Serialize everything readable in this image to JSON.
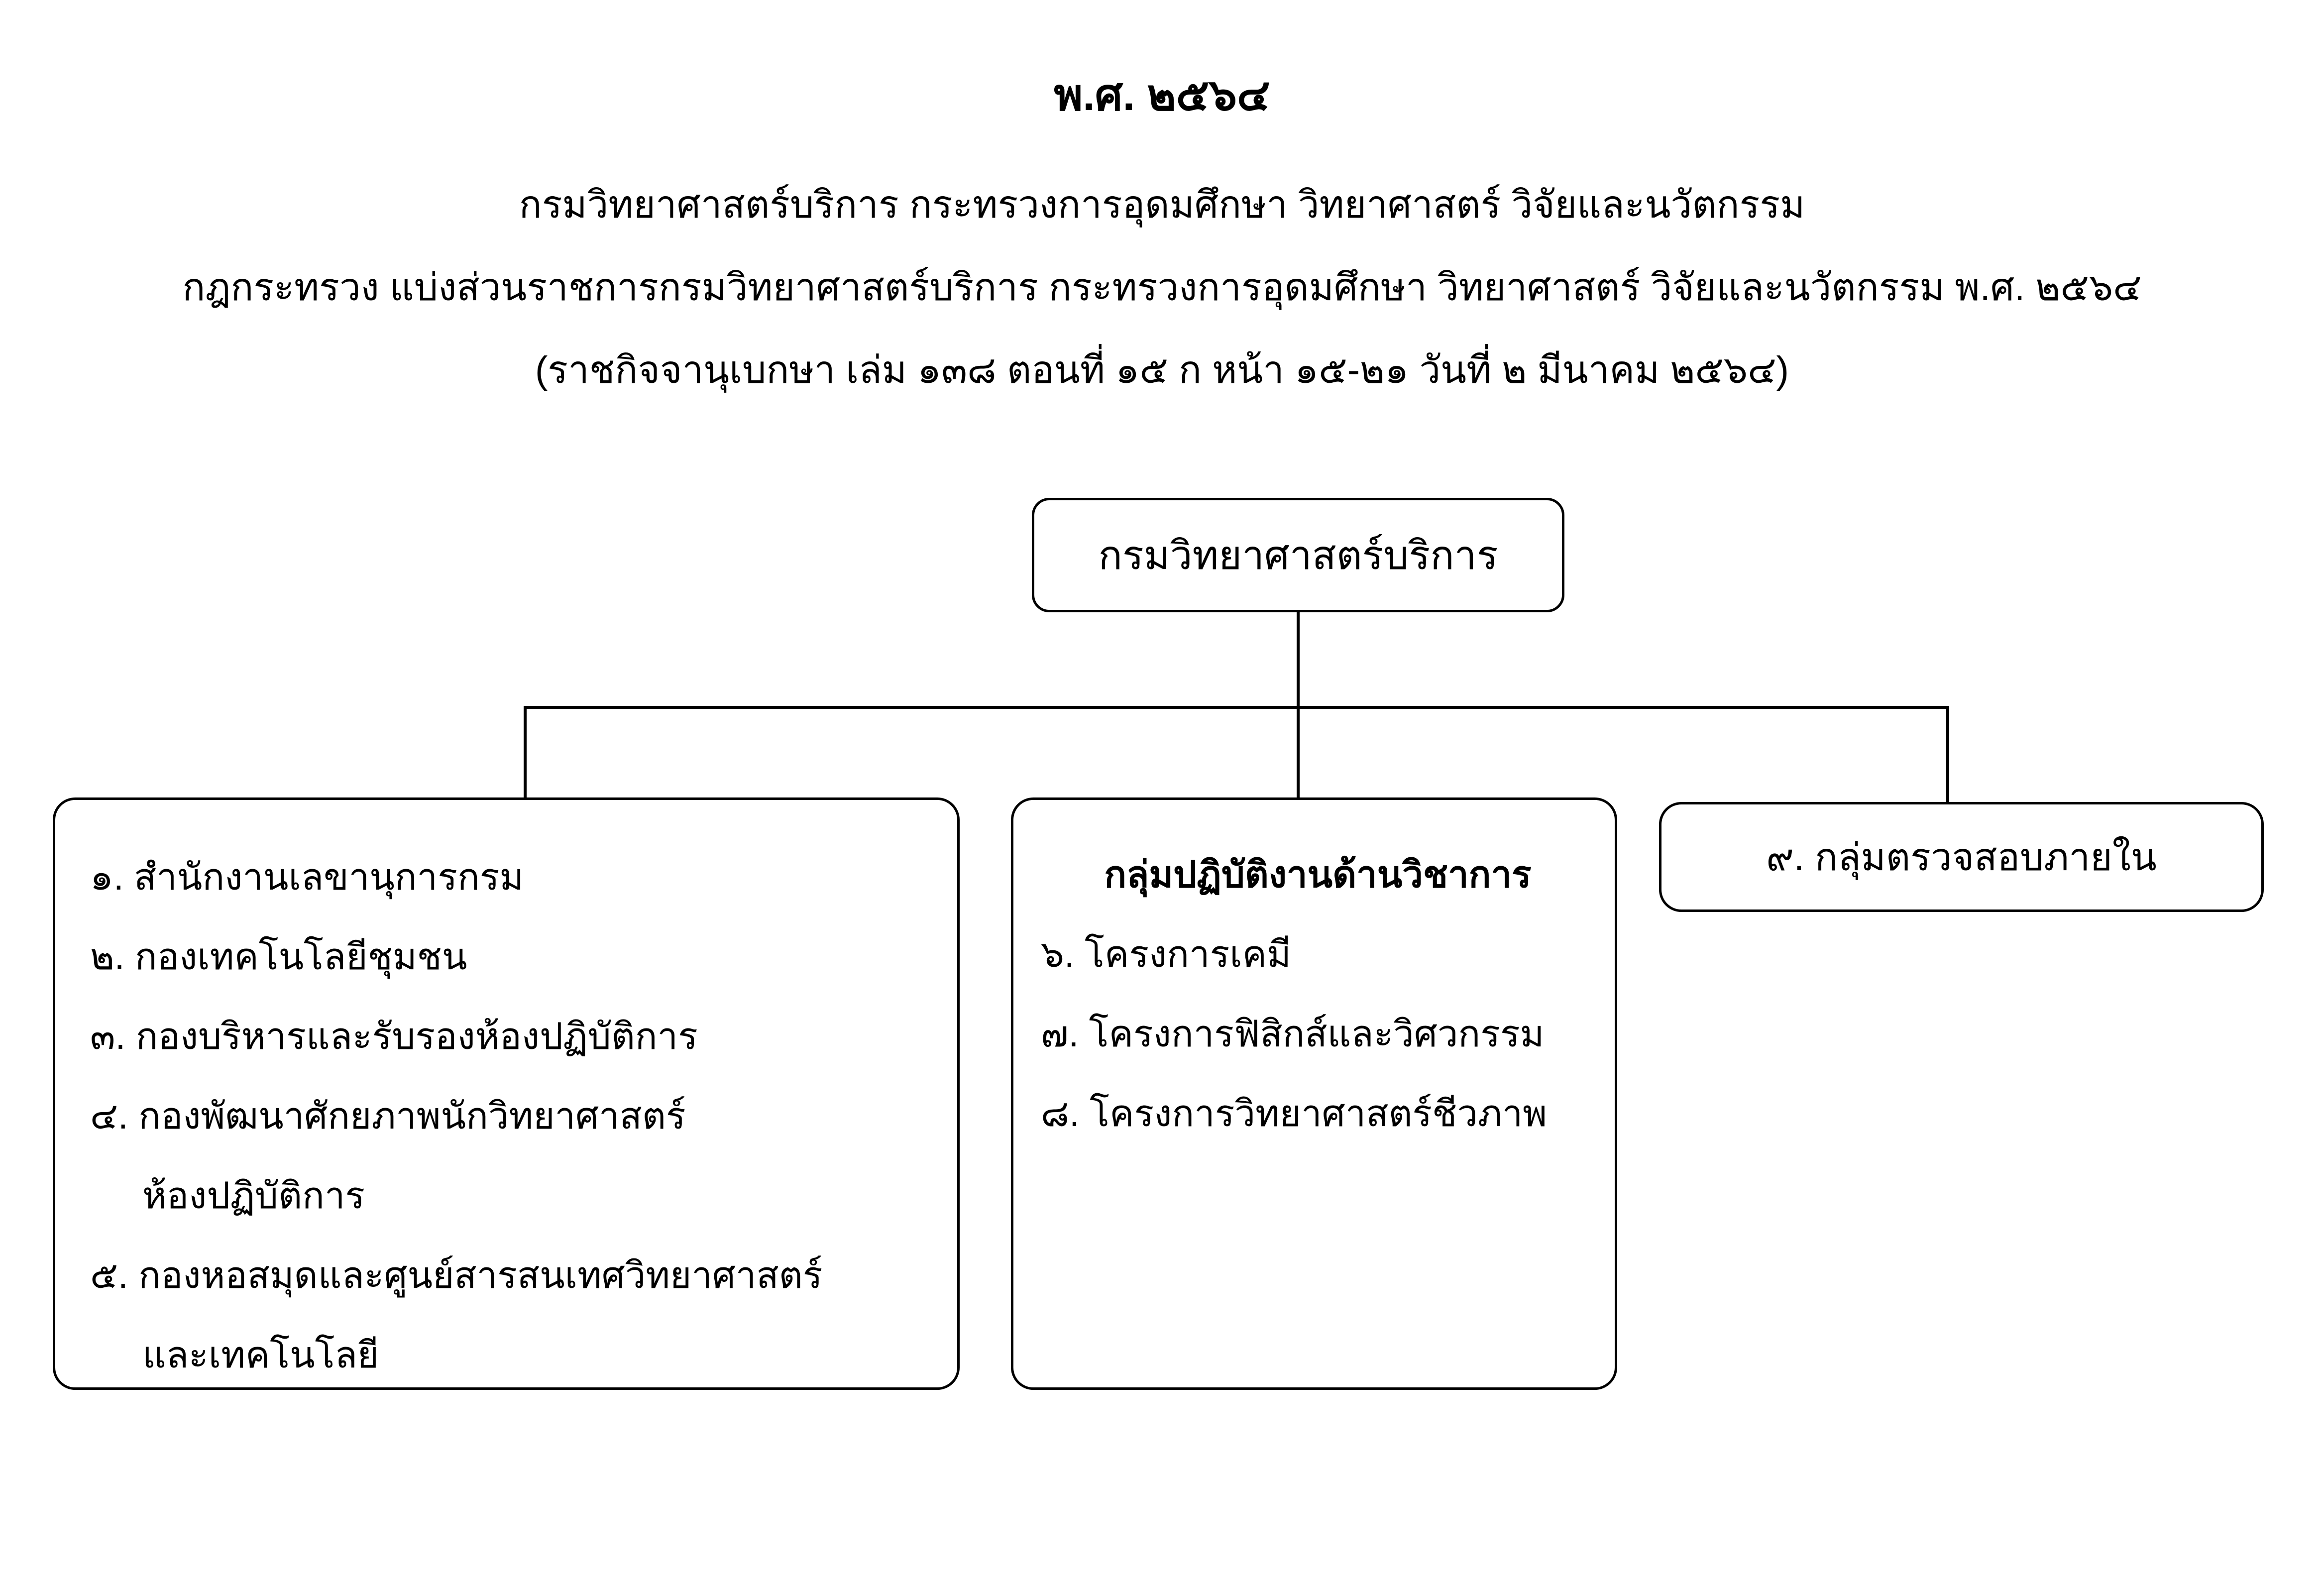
{
  "header": {
    "title": "พ.ศ. ๒๕๖๔",
    "line1": "กรมวิทยาศาสตร์บริการ กระทรวงการอุดมศึกษา วิทยาศาสตร์ วิจัยและนวัตกรรม",
    "line2": "กฎกระทรวง แบ่งส่วนราชการกรมวิทยาศาสตร์บริการ กระทรวงการอุดมศึกษา วิทยาศาสตร์ วิจัยและนวัตกรรม พ.ศ. ๒๕๖๔",
    "line3": "(ราชกิจจานุเบกษา เล่ม ๑๓๘ ตอนที่ ๑๕ ก หน้า ๑๕-๒๑ วันที่ ๒ มีนาคม ๒๕๖๔)"
  },
  "org_chart": {
    "root": {
      "label": "กรมวิทยาศาสตร์บริการ"
    },
    "divisions_box": {
      "lines": [
        {
          "text": "๑. สำนักงานเลขานุการกรม",
          "indent": false
        },
        {
          "text": "๒. กองเทคโนโลยีชุมชน",
          "indent": false
        },
        {
          "text": "๓. กองบริหารและรับรองห้องปฏิบัติการ",
          "indent": false
        },
        {
          "text": "๔. กองพัฒนาศักยภาพนักวิทยาศาสตร์",
          "indent": false
        },
        {
          "text": "ห้องปฏิบัติการ",
          "indent": true
        },
        {
          "text": "๕. กองหอสมุดและศูนย์สารสนเทศวิทยาศาสตร์",
          "indent": false
        },
        {
          "text": "และเทคโนโลยี",
          "indent": true
        }
      ]
    },
    "academic_box": {
      "title": "กลุ่มปฏิบัติงานด้านวิชาการ",
      "items": [
        "๖. โครงการเคมี",
        "๗. โครงการฟิสิกส์และวิศวกรรม",
        "๘. โครงการวิทยาศาสตร์ชีวภาพ"
      ]
    },
    "audit_box": {
      "label": "๙. กลุ่มตรวจสอบภายใน"
    },
    "colors": {
      "background": "#ffffff",
      "text": "#000000",
      "line": "#000000",
      "box_border": "#000000"
    }
  }
}
